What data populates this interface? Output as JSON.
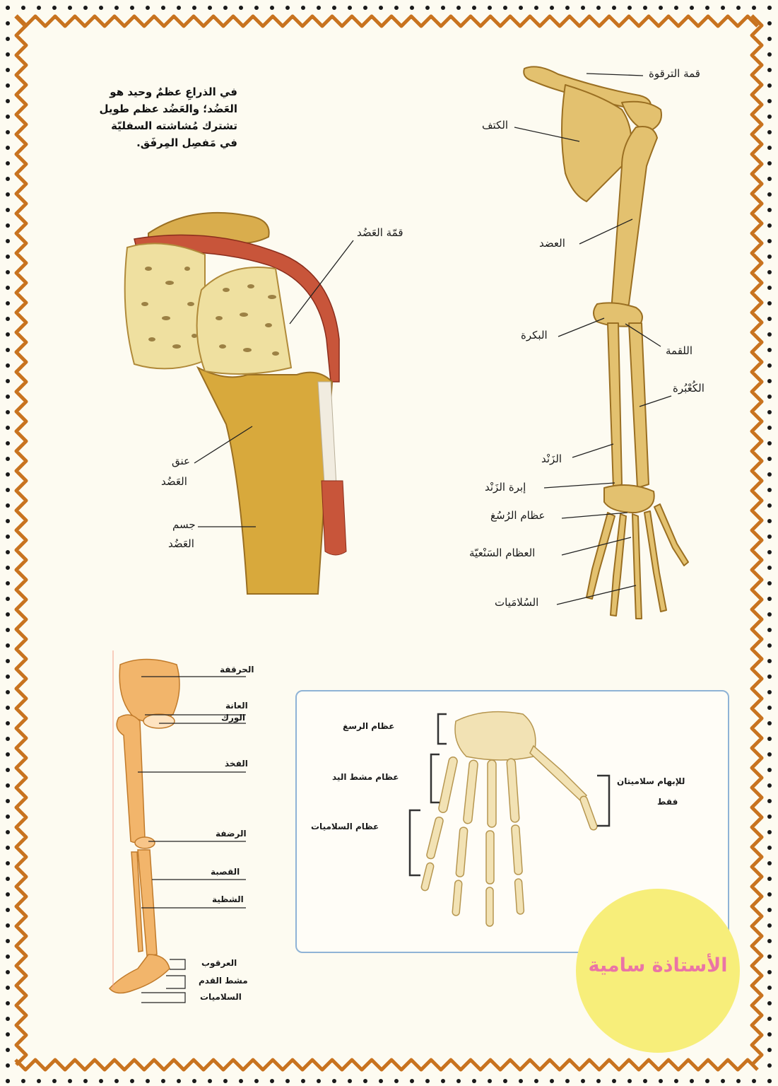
{
  "intro_lines": [
    "في الذراعِ عظمٌ وحيد هو",
    "العَضُد؛ والعَضُد عظم طويل",
    "تشترك مُشاشته السفليّة",
    "في مَفصِل المِرفَق."
  ],
  "shoulder_labels": {
    "head": "قمّة العَضُد",
    "neck_1": "عنق",
    "neck_2": "العَضُد",
    "body_1": "جسم",
    "body_2": "العَضُد"
  },
  "arm_labels": {
    "clavicle_tip": "قمة الترقوة",
    "shoulder": "الكتف",
    "humerus": "العضد",
    "trochlea": "البكرة",
    "olecranon": "اللقمة",
    "radius": "الكُعْبُرة",
    "ulna": "الزَنْد",
    "ulna_styloid": "إبرة الزَنْد",
    "carpals": "عظام الرُسُغ",
    "metacarpals": "العظام السَنْعيّة",
    "phalanges": "السُلامَيات"
  },
  "leg_labels": {
    "ilium": "الحرقفة",
    "pubis": "العانة",
    "hip": "الورك",
    "femur": "الفخذ",
    "patella": "الرضفة",
    "tibia": "القصبة",
    "fibula": "الشظية",
    "tarsals": "العرقوب",
    "metatarsals": "مشط القدم",
    "phalanges": "السلاميات"
  },
  "hand_labels": {
    "carpals": "عظام الرسغ",
    "metacarpals": "عظام مشط اليد",
    "phalanges": "عظام السلاميات",
    "thumb_1": "للإبهام سلاميتان",
    "thumb_2": "فقط"
  },
  "badge": "الأستاذة سامية",
  "colors": {
    "border_orange": "#c8731f",
    "bone": "#e3c16f",
    "bone_dark": "#b98a35",
    "badge_yellow": "#f7ee7a",
    "badge_pink": "#ea74a6",
    "box_border": "#8fb3d6"
  }
}
